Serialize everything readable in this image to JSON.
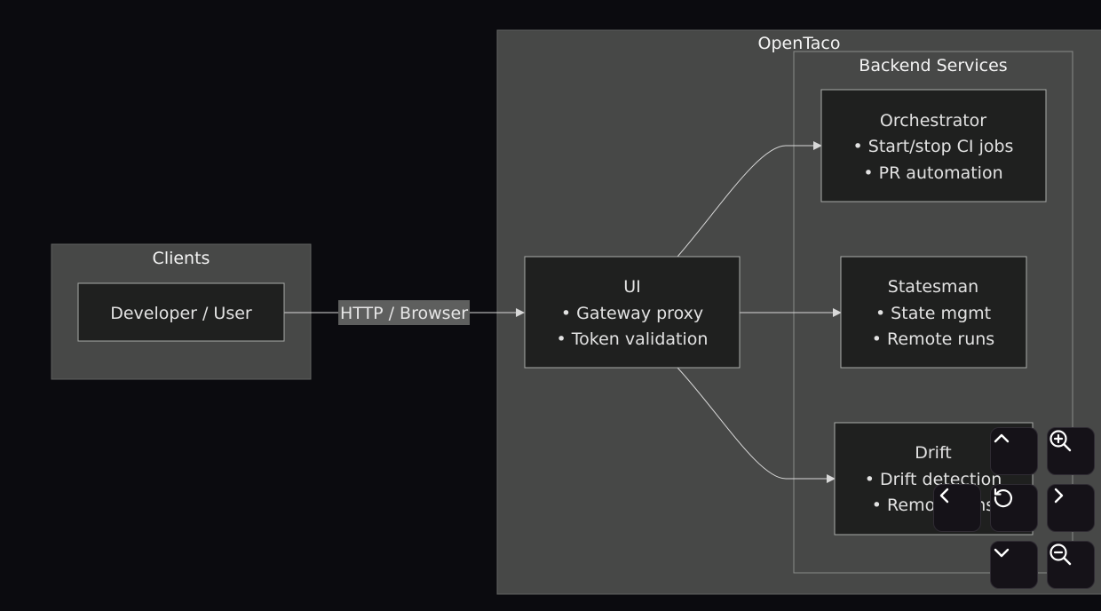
{
  "diagram": {
    "clusters": {
      "clients": "Clients",
      "opentaco": "OpenTaco",
      "backend": "Backend Services"
    },
    "nodes": {
      "developer": [
        "Developer / User"
      ],
      "ui": [
        "UI",
        "• Gateway proxy",
        "• Token validation"
      ],
      "orchestrator": [
        "Orchestrator",
        "• Start/stop CI jobs",
        "• PR automation"
      ],
      "statesman": [
        "Statesman",
        "• State mgmt",
        "• Remote runs"
      ],
      "drift": [
        "Drift",
        "• Drift detection",
        "• Remote runs"
      ]
    },
    "edges": {
      "dev_to_ui": "HTTP / Browser"
    }
  },
  "controls": {
    "icons": [
      "chevron-up-icon",
      "zoom-in-icon",
      "chevron-left-icon",
      "reset-icon",
      "chevron-right-icon",
      "chevron-down-icon",
      "zoom-out-icon"
    ]
  }
}
